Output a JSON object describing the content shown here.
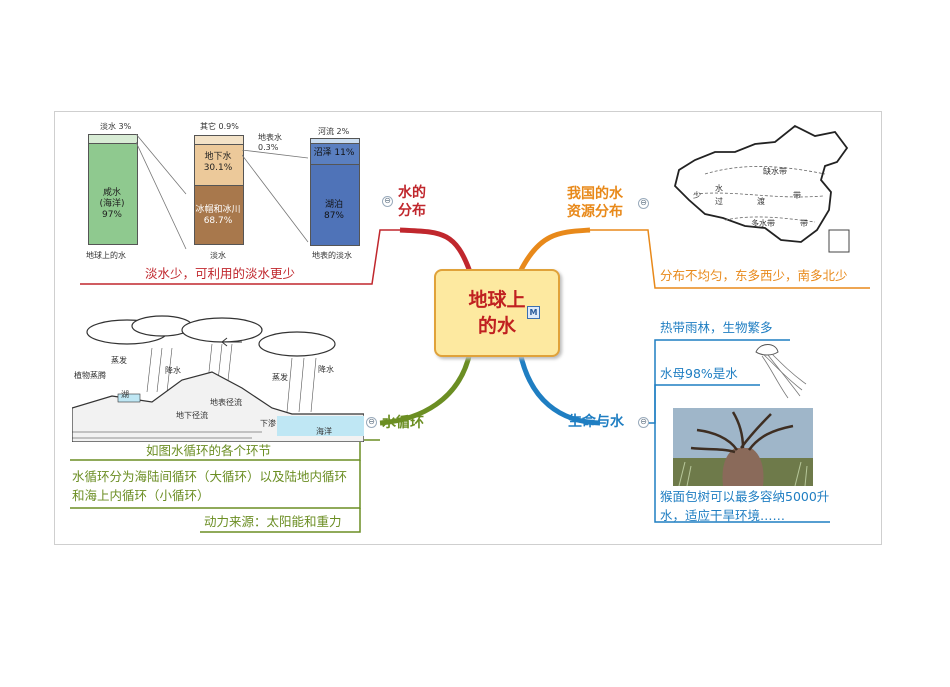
{
  "central": {
    "title": "地球上\n的水",
    "marker": "M"
  },
  "branches": {
    "distribution": {
      "label": "水的\n分布",
      "color": "#c0272d",
      "note": "淡水少，可利用的淡水更少",
      "figure": {
        "earth_water": {
          "caption": "地球上的水",
          "top_label": "淡水 3%",
          "body_label": "咸水\n(海洋)\n97%"
        },
        "fresh_water": {
          "caption": "淡水",
          "top_label": "其它 0.9%",
          "ground_label": "地下水\n30.1%",
          "ice_label": "冰帽和冰川\n68.7%"
        },
        "surface_water": {
          "caption": "地表的淡水",
          "side_label": "地表水\n0.3%",
          "river_label": "河流  2%",
          "swamp_label": "沼泽 11%",
          "lake_label": "湖泊\n87%"
        }
      }
    },
    "china": {
      "label": "我国的水\n资源分布",
      "color": "#e8891a",
      "note": "分布不均匀，东多西少，南多北少",
      "map_labels": [
        "缺水带",
        "少",
        "水",
        "过",
        "渡",
        "带",
        "多水带",
        "带"
      ]
    },
    "cycle": {
      "label": "水循环",
      "color": "#6b8e23",
      "figure_labels": [
        "蒸发",
        "降水",
        "植物蒸腾",
        "湖",
        "地表径流",
        "地下径流",
        "下渗",
        "蒸发",
        "降水",
        "海洋"
      ],
      "notes": [
        "如图水循环的各个环节",
        "水循环分为海陆间循环（大循环）以及陆地内循环和海上内循环（小循环）",
        "动力来源：太阳能和重力"
      ]
    },
    "life": {
      "label": "生命与水",
      "color": "#1f7ec2",
      "notes": [
        "热带雨林，生物繁多",
        "水母98%是水",
        "猴面包树可以最多容纳5000升水，适应干旱环境……"
      ]
    }
  },
  "collapse_symbol": "⊖"
}
